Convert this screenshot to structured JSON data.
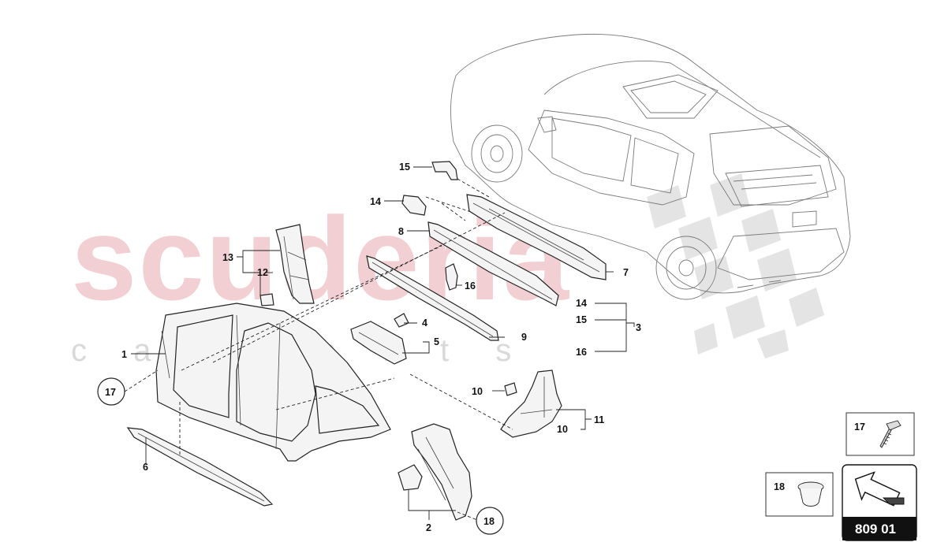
{
  "watermark": {
    "brand": "scuderia",
    "tagline": "c a r p a r t s"
  },
  "labels": {
    "n1": "1",
    "n2": "2",
    "n3": "3",
    "n4": "4",
    "n5": "5",
    "n6": "6",
    "n7": "7",
    "n8": "8",
    "n9": "9",
    "n10a": "10",
    "n10b": "10",
    "n11": "11",
    "n12": "12",
    "n13": "13",
    "n14a": "14",
    "n14b": "14",
    "n15a": "15",
    "n15b": "15",
    "n16a": "16",
    "n16b": "16",
    "n17": "17",
    "n18": "18"
  },
  "legend": {
    "fastener_17": "17",
    "plug_18": "18",
    "page_code": "809 01"
  }
}
